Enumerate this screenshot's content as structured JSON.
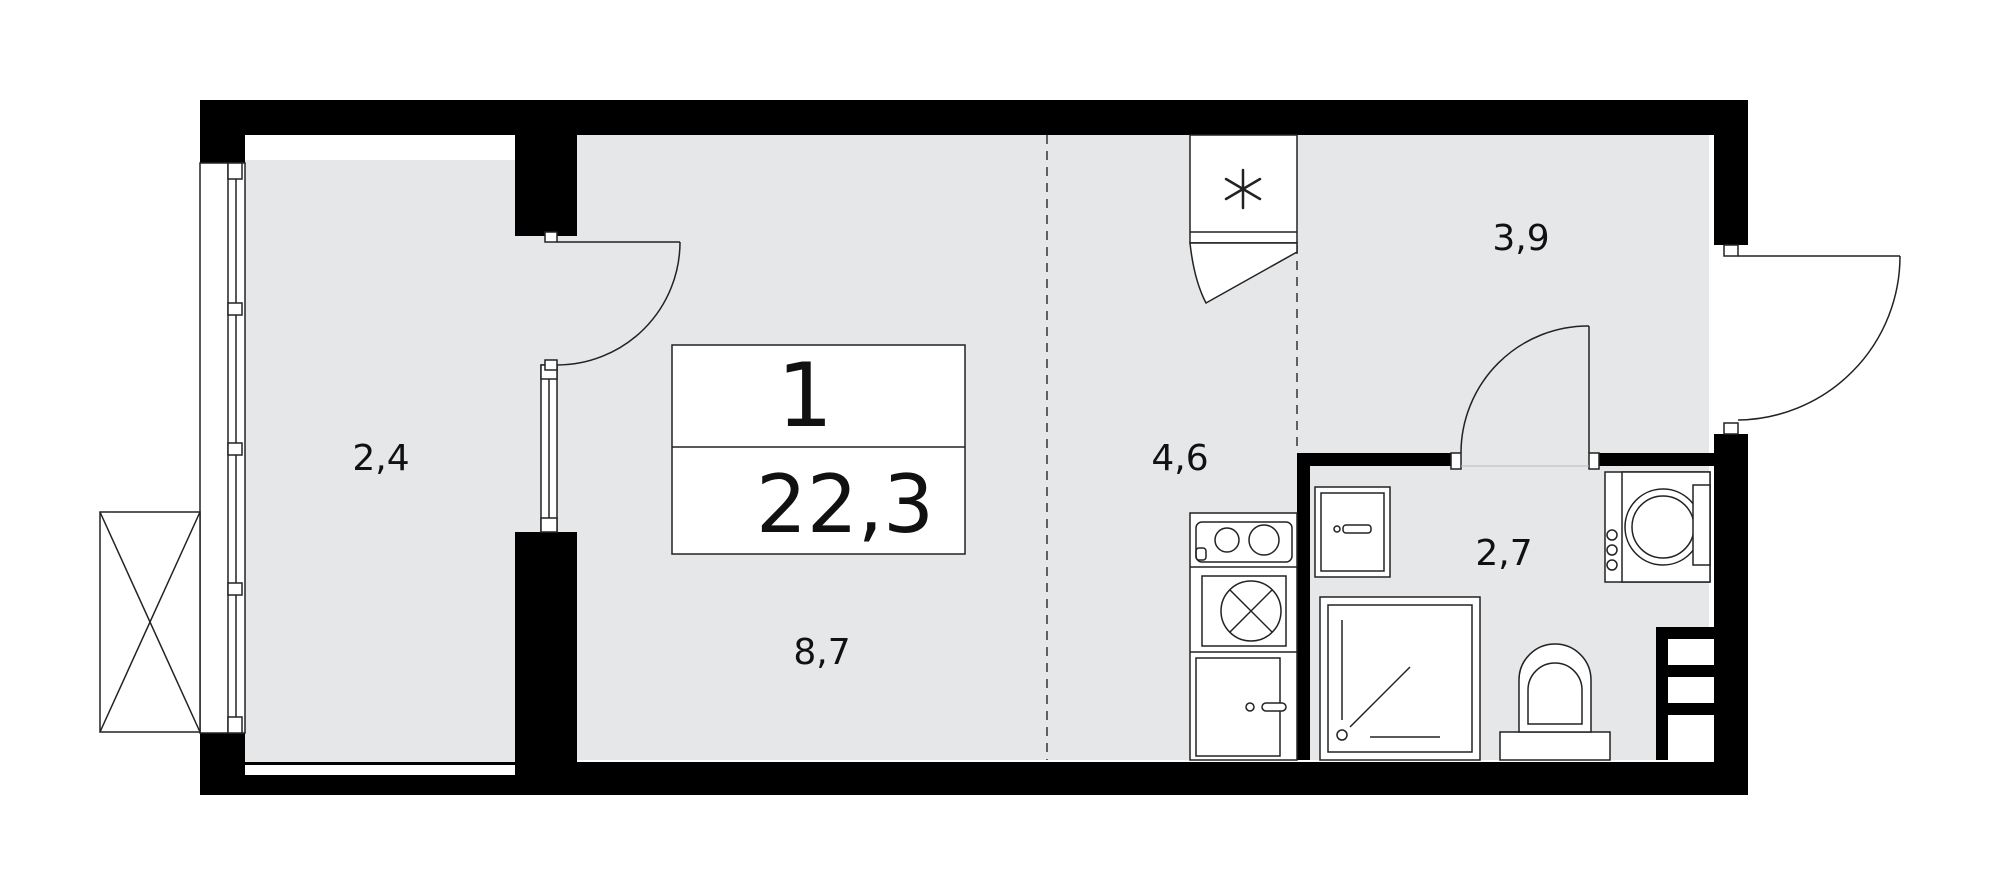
{
  "plan": {
    "room_count": "1",
    "total_area": "22,3",
    "rooms": {
      "balcony": "2,4",
      "living_room": "8,7",
      "kitchen": "4,6",
      "hallway": "3,9",
      "bathroom": "2,7"
    }
  },
  "colors": {
    "wall": "#000000",
    "floor": "#e6e7e9",
    "background": "#ffffff",
    "line": "#222222"
  }
}
